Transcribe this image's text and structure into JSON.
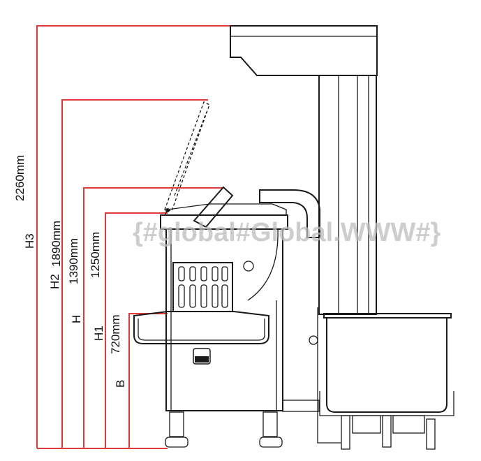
{
  "dimensions": [
    {
      "name": "H3",
      "value": "2260mm"
    },
    {
      "name": "H2",
      "value": "1890mm"
    },
    {
      "name": "H",
      "value": "1390mm"
    },
    {
      "name": "H1",
      "value": "1250mm"
    },
    {
      "name": "B",
      "value": "720mm"
    }
  ],
  "colors": {
    "dimension_line": "#e23b3b",
    "drawing_line": "#1a1a1a",
    "watermark": "#bdbdbd"
  },
  "watermark": "{#global#Global.WWW#}"
}
